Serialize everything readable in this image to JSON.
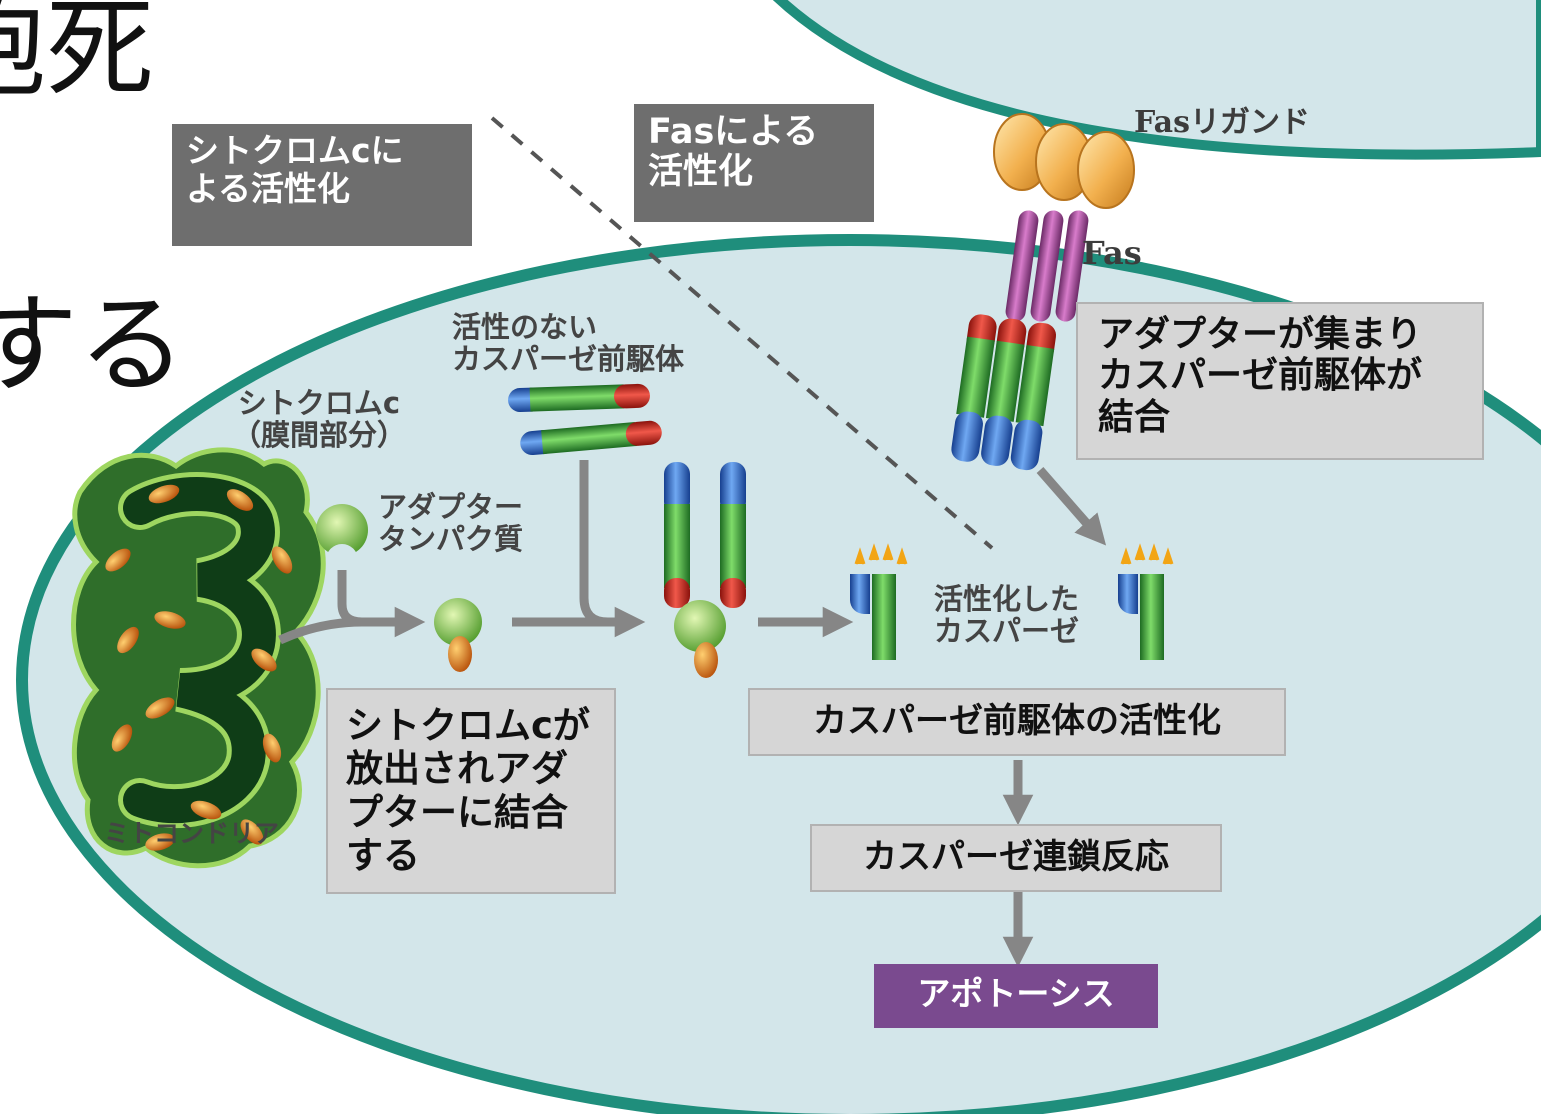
{
  "page_text": {
    "top_left": "胞死",
    "left": "する"
  },
  "labels": {
    "cyto_activation": [
      "シトクロムcに",
      "よる活性化"
    ],
    "fas_activation": [
      "Fasによる",
      "活性化"
    ],
    "fas_ligand": "Fasリガンド",
    "fas": "Fas",
    "adapter_gather": [
      "アダプターが集まり",
      "カスパーゼ前駆体が",
      "結合"
    ],
    "inactive_procaspase": [
      "活性のない",
      "カスパーゼ前駆体"
    ],
    "cytochrome_c": [
      "シトクロムc",
      "（膜間部分）"
    ],
    "adapter_protein": [
      "アダプター",
      "タンパク質"
    ],
    "active_caspase": [
      "活性化した",
      "カスパーゼ"
    ],
    "mitochondria": "ミトコンドリア",
    "cyto_released": [
      "シトクロムcが",
      "放出されアダ",
      "プターに結合",
      "する"
    ],
    "procaspase_activation": "カスパーゼ前駆体の活性化",
    "cascade": "カスパーゼ連鎖反応",
    "apoptosis": "アポトーシス"
  },
  "colors": {
    "cell_fill": "#d3e6ea",
    "membrane": "#1f8e7c",
    "dark_box": "#6e6e6e",
    "light_box": "#d6d6d6",
    "apoptosis_box": "#7a4a8f",
    "arrow": "#868686",
    "mito_outer": "#2f6e2a",
    "mito_inner": "#0f3d17",
    "granule": "#d26a14",
    "ligand": "#e8a24a",
    "receptor": "#a6479a",
    "caspase_red": "#d12a1e",
    "caspase_green": "#3aa83d",
    "caspase_blue": "#2a6fd0",
    "adapter": "#7cc24a"
  }
}
